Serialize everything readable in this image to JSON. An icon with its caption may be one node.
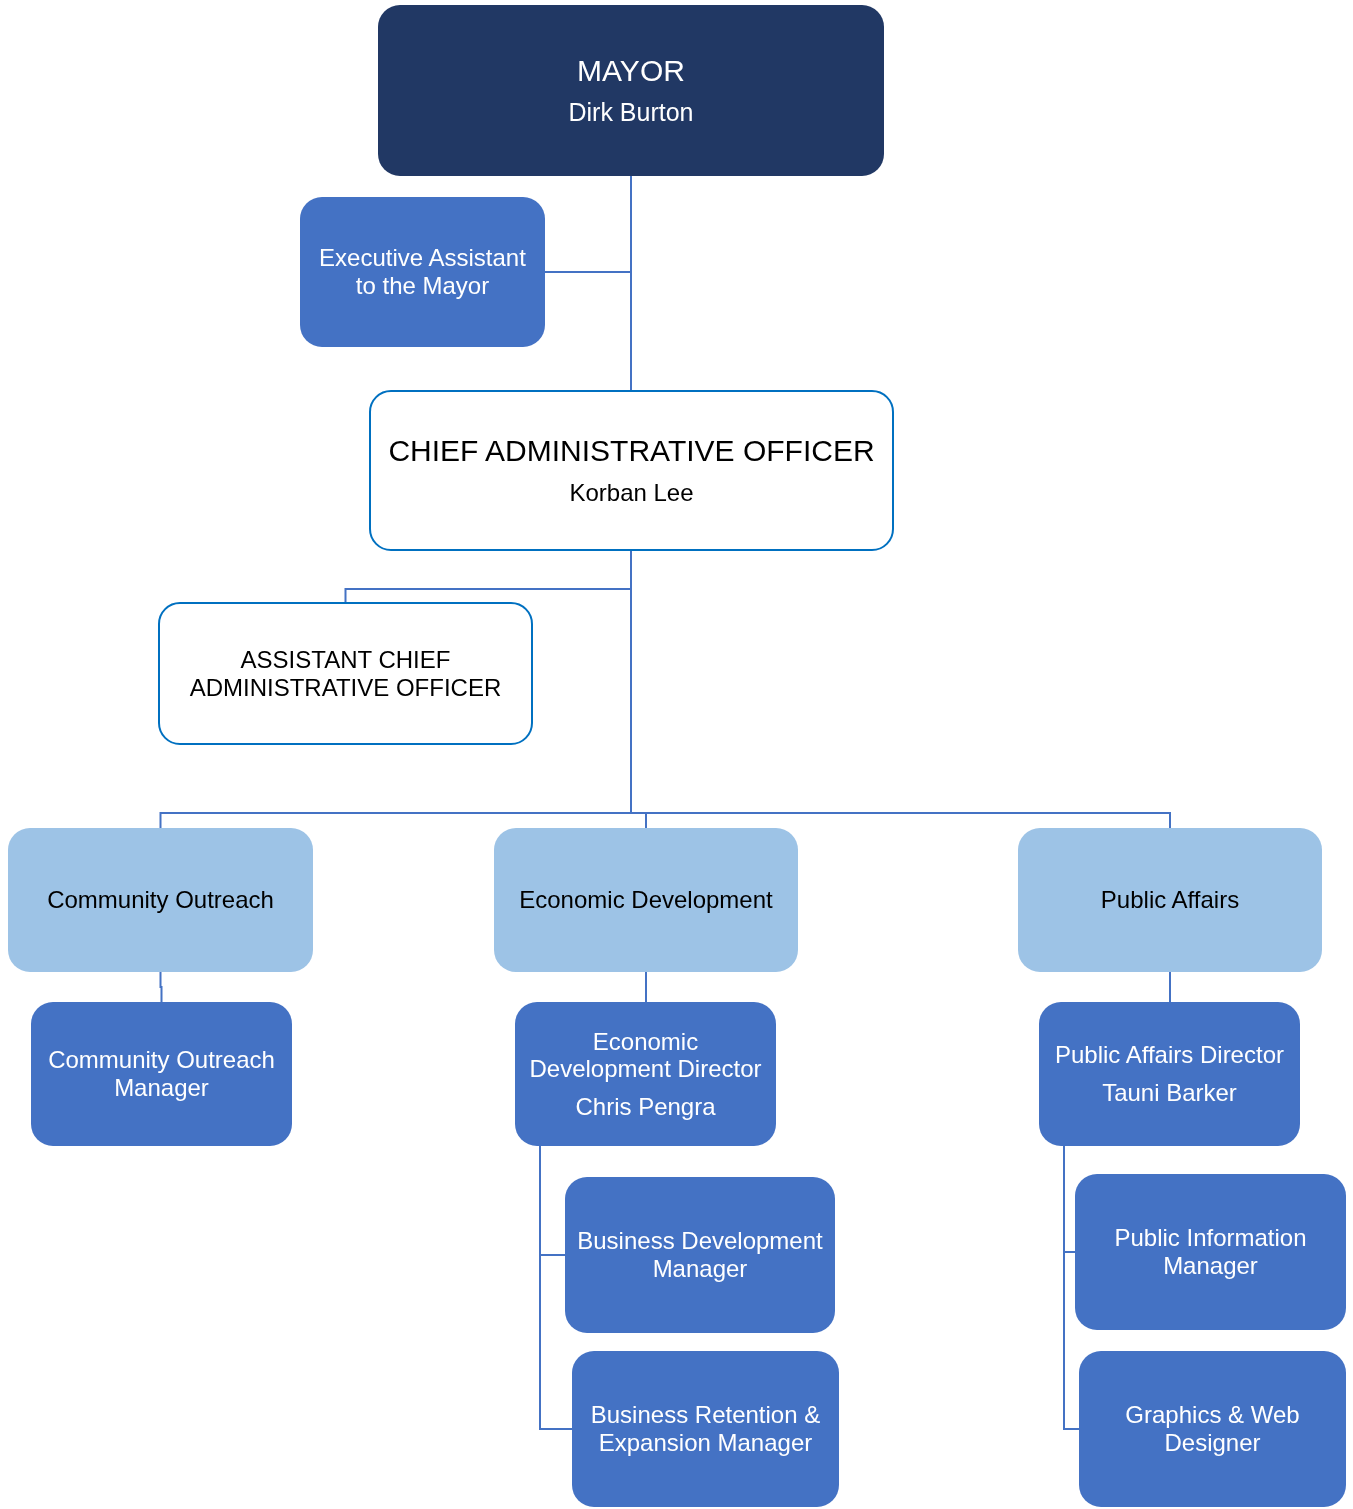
{
  "diagram": {
    "nodes": [
      {
        "text": [
          "MAYOR",
          "Dirk Burton"
        ]
      },
      {
        "text": [
          "Executive Assistant to the Mayor"
        ]
      },
      {
        "text": [
          "CHIEF ADMINISTRATIVE OFFICER",
          "Korban Lee"
        ]
      },
      {
        "text": [
          "ASSISTANT CHIEF ADMINISTRATIVE OFFICER"
        ]
      },
      {
        "text": [
          "Community Outreach"
        ]
      },
      {
        "text": [
          "Economic Development"
        ]
      },
      {
        "text": [
          "Public Affairs"
        ]
      },
      {
        "text": [
          "Community Outreach Manager"
        ]
      },
      {
        "text": [
          "Economic Development Director",
          "Chris Pengra"
        ]
      },
      {
        "text": [
          "Public Affairs Director",
          "Tauni Barker"
        ]
      },
      {
        "text": [
          "Business Development Manager"
        ]
      },
      {
        "text": [
          "Business Retention & Expansion Manager"
        ]
      },
      {
        "text": [
          "Public Information Manager"
        ]
      },
      {
        "text": [
          "Graphics & Web Designer"
        ]
      }
    ],
    "edges": [
      {
        "from": 0,
        "to": 1,
        "arrow": "none"
      },
      {
        "from": 0,
        "to": 2,
        "arrow": "none"
      },
      {
        "from": 2,
        "to": 3,
        "arrow": "none"
      },
      {
        "from": 2,
        "to": 4,
        "arrow": "none"
      },
      {
        "from": 2,
        "to": 5,
        "arrow": "none"
      },
      {
        "from": 2,
        "to": 6,
        "arrow": "none"
      },
      {
        "from": 4,
        "to": 7,
        "arrow": "none"
      },
      {
        "from": 5,
        "to": 8,
        "arrow": "none"
      },
      {
        "from": 6,
        "to": 9,
        "arrow": "none"
      },
      {
        "from": 8,
        "to": 10,
        "arrow": "none"
      },
      {
        "from": 8,
        "to": 11,
        "arrow": "none"
      },
      {
        "from": 9,
        "to": 12,
        "arrow": "none"
      },
      {
        "from": 9,
        "to": 13,
        "arrow": "none"
      }
    ]
  }
}
